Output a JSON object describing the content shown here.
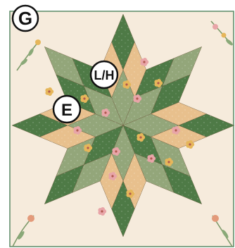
{
  "block": {
    "letter": "G",
    "pieces": [
      {
        "id": "lh",
        "label": "L/H"
      },
      {
        "id": "e",
        "label": "E"
      }
    ]
  },
  "colors": {
    "background_cream": "#f6ebdc",
    "border_line": "#5a8a66",
    "star_dark_green": "#4e7a46",
    "star_sage_floral": "#93a67a",
    "star_tan": "#e8c08d",
    "blossom_pink": "#e8a5a8",
    "blossom_yellow": "#e6b65a",
    "callout_fill": "#ffffff",
    "callout_stroke": "#111111"
  },
  "icons": [
    "flower-sprig-icon"
  ]
}
